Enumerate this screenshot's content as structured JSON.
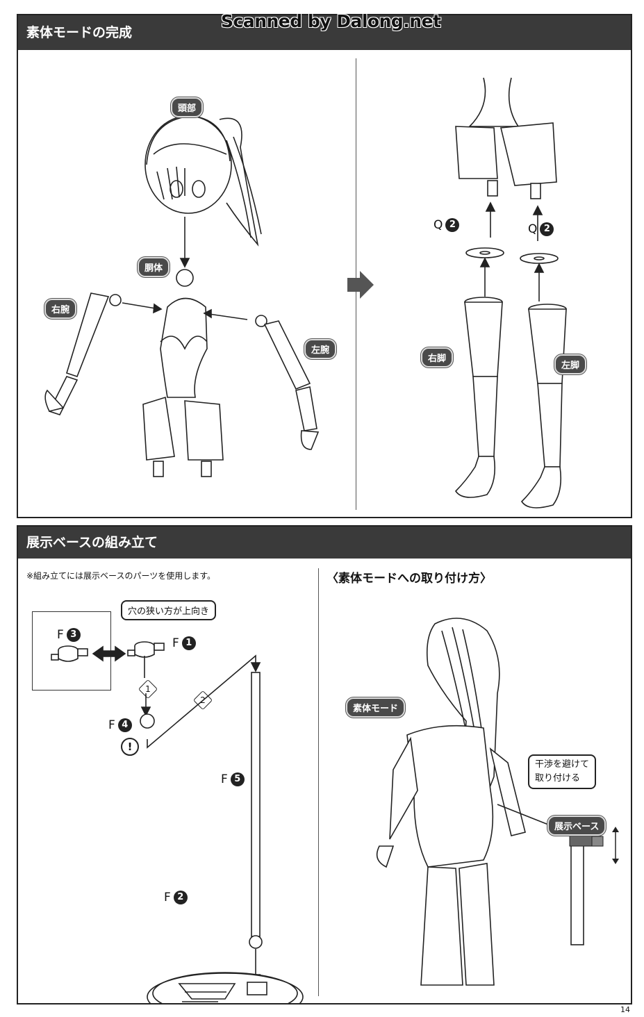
{
  "watermark": "Scanned by Dalong.net",
  "section1": {
    "title": "素体モードの完成",
    "labels": {
      "head": "頭部",
      "torso": "胴体",
      "right_arm": "右腕",
      "left_arm": "左腕",
      "right_leg": "右脚",
      "left_leg": "左脚"
    },
    "parts": {
      "q_left": {
        "letter": "Q",
        "num": "2"
      },
      "q_right": {
        "letter": "Q",
        "num": "2"
      }
    }
  },
  "section2": {
    "title": "展示ベースの組み立て",
    "note": "※組み立てには展示ベースのパーツを使用します。",
    "subtitle": "〈素体モードへの取り付け方〉",
    "callout_top": "穴の狭い方が上向き",
    "callout_side": [
      "干渉を避けて",
      "取り付ける"
    ],
    "labels": {
      "base_mode": "素体モード",
      "display_base": "展示ベース"
    },
    "parts": {
      "f3": {
        "letter": "F",
        "num": "3"
      },
      "f1": {
        "letter": "F",
        "num": "1"
      },
      "f4": {
        "letter": "F",
        "num": "4"
      },
      "f5": {
        "letter": "F",
        "num": "5"
      },
      "f2": {
        "letter": "F",
        "num": "2"
      }
    },
    "steps": [
      "1",
      "2"
    ],
    "warning": "!"
  },
  "page_number": "14"
}
